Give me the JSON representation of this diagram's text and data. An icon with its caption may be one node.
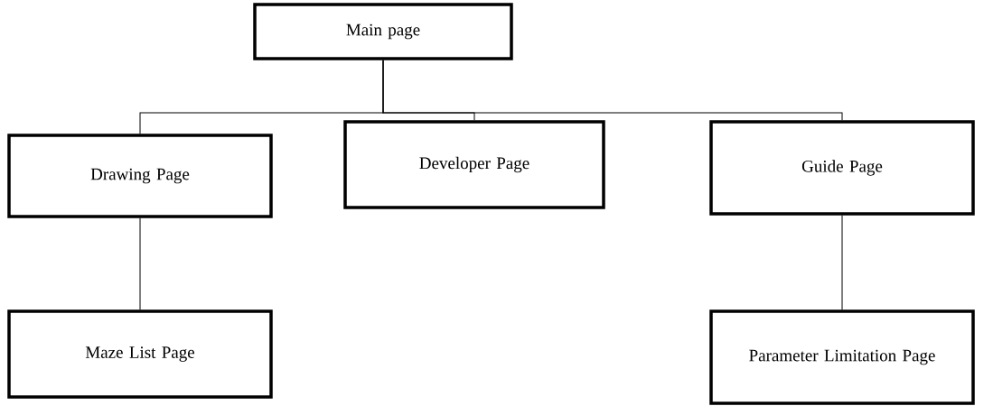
{
  "diagram": {
    "nodes": [
      {
        "text": [
          "Main page"
        ]
      },
      {
        "text": [
          "Drawing Page"
        ]
      },
      {
        "text": [
          "Developer Page"
        ]
      },
      {
        "text": [
          "Guide Page"
        ]
      },
      {
        "text": [
          "Maze List Page"
        ]
      },
      {
        "text": [
          "Parameter Limitation Page"
        ]
      }
    ],
    "edges": [
      {
        "from": 0,
        "to": 1,
        "arrow": "none"
      },
      {
        "from": 0,
        "to": 2,
        "arrow": "none"
      },
      {
        "from": 0,
        "to": 3,
        "arrow": "none"
      },
      {
        "from": 1,
        "to": 4,
        "arrow": "none"
      },
      {
        "from": 3,
        "to": 5,
        "arrow": "none"
      }
    ]
  }
}
